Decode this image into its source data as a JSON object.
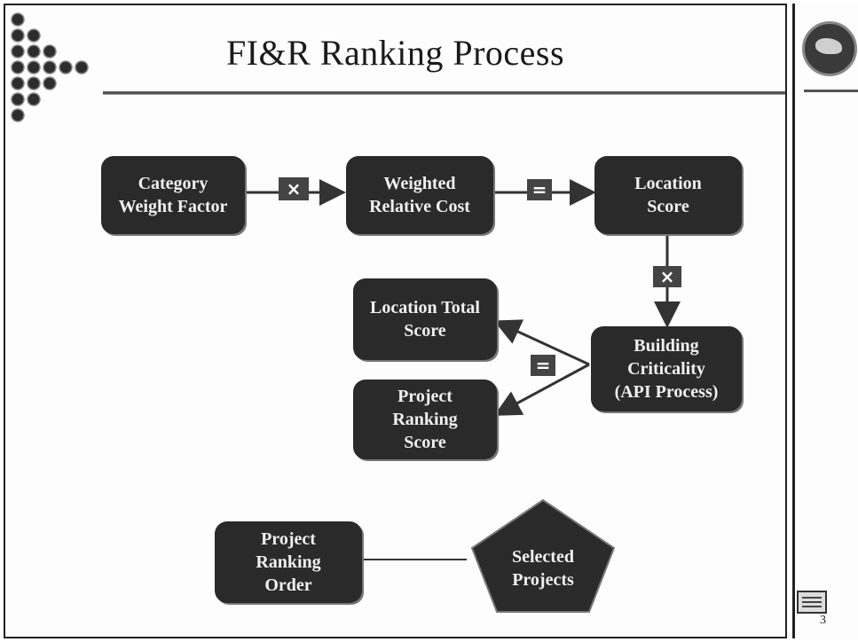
{
  "slide": {
    "title": "FI&R Ranking Process",
    "page_number": "3"
  },
  "nodes": {
    "category_weight": "Category\nWeight Factor",
    "weighted_relative_cost": "Weighted\nRelative Cost",
    "location_score": "Location\nScore",
    "location_total_score": "Location Total\nScore",
    "project_ranking_score": "Project\nRanking\nScore",
    "building_criticality": "Building\nCriticality\n(API Process)",
    "project_ranking_order": "Project\nRanking\nOrder",
    "selected_projects": "Selected\nProjects"
  },
  "operators": {
    "multiply": "×",
    "equals": "=",
    "times2": "×",
    "equals2": "="
  },
  "colors": {
    "node_fill": "#2a2a2a",
    "node_text": "#f0f0f0",
    "line": "#333333"
  }
}
